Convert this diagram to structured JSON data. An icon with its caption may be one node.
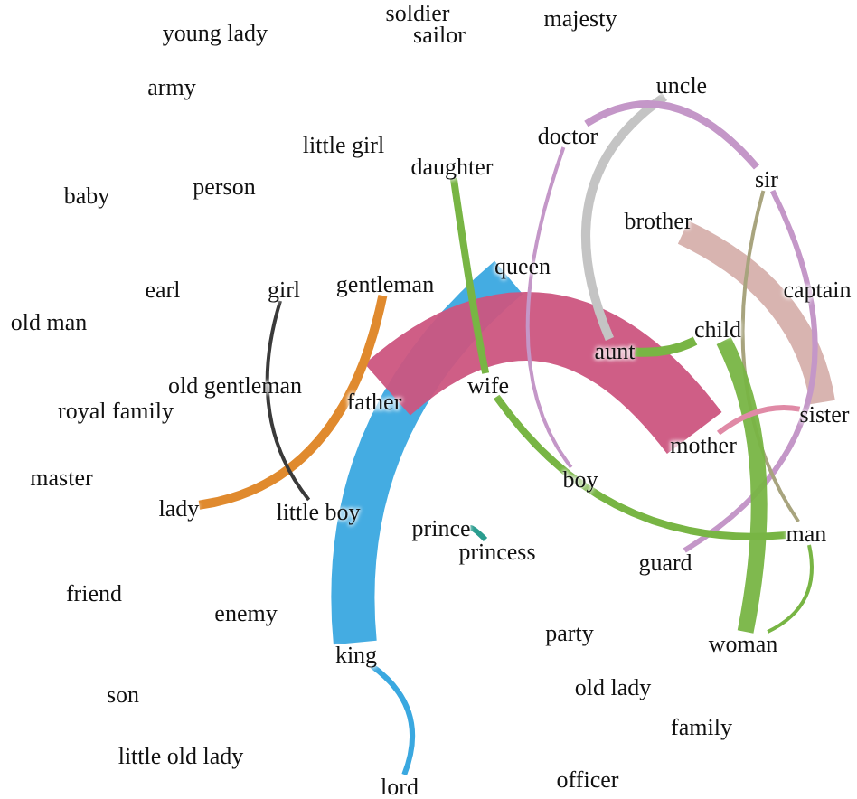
{
  "diagram": {
    "nodes": [
      {
        "text": [
          "queen"
        ]
      },
      {
        "text": [
          "king"
        ]
      },
      {
        "text": [
          "lord"
        ]
      },
      {
        "text": [
          "father"
        ]
      },
      {
        "text": [
          "mother"
        ]
      },
      {
        "text": [
          "brother"
        ]
      },
      {
        "text": [
          "sister"
        ]
      },
      {
        "text": [
          "uncle"
        ]
      },
      {
        "text": [
          "aunt"
        ]
      },
      {
        "text": [
          "doctor"
        ]
      },
      {
        "text": [
          "sir"
        ]
      },
      {
        "text": [
          "boy"
        ]
      },
      {
        "text": [
          "guard"
        ]
      },
      {
        "text": [
          "man"
        ]
      },
      {
        "text": [
          "daughter"
        ]
      },
      {
        "text": [
          "wife"
        ]
      },
      {
        "text": [
          "child"
        ]
      },
      {
        "text": [
          "woman"
        ]
      },
      {
        "text": [
          "gentleman"
        ]
      },
      {
        "text": [
          "lady"
        ]
      },
      {
        "text": [
          "girl"
        ]
      },
      {
        "text": [
          "little boy"
        ]
      },
      {
        "text": [
          "prince"
        ]
      },
      {
        "text": [
          "princess"
        ]
      }
    ],
    "edges": [
      {
        "from": 0,
        "to": 1,
        "arrow": "none",
        "style": "thick",
        "color": "#3aa8e0"
      },
      {
        "from": 1,
        "to": 2,
        "arrow": "none",
        "color": "#3aa8e0"
      },
      {
        "from": 3,
        "to": 4,
        "arrow": "none",
        "style": "thick",
        "color": "#cc5580"
      },
      {
        "from": 5,
        "to": 6,
        "arrow": "none",
        "style": "thick",
        "color": "#d6b0ac"
      },
      {
        "from": 7,
        "to": 8,
        "arrow": "none",
        "color": "#c4c4c4"
      },
      {
        "from": 9,
        "to": 10,
        "arrow": "none",
        "color": "#c497c8"
      },
      {
        "from": 9,
        "to": 11,
        "arrow": "none",
        "color": "#c497c8"
      },
      {
        "from": 10,
        "to": 12,
        "arrow": "none",
        "color": "#c497c8"
      },
      {
        "from": 10,
        "to": 13,
        "arrow": "none",
        "color": "#a8a47e"
      },
      {
        "from": 14,
        "to": 15,
        "arrow": "none",
        "color": "#78b544"
      },
      {
        "from": 15,
        "to": 13,
        "arrow": "none",
        "color": "#78b544"
      },
      {
        "from": 16,
        "to": 8,
        "arrow": "none",
        "color": "#78b544"
      },
      {
        "from": 16,
        "to": 17,
        "arrow": "none",
        "style": "thick",
        "color": "#78b544"
      },
      {
        "from": 13,
        "to": 17,
        "arrow": "none",
        "color": "#78b544"
      },
      {
        "from": 4,
        "to": 6,
        "arrow": "none",
        "color": "#e08aa6"
      },
      {
        "from": 18,
        "to": 19,
        "arrow": "none",
        "color": "#e08a2e"
      },
      {
        "from": 20,
        "to": 21,
        "arrow": "none",
        "color": "#3a3a3a"
      },
      {
        "from": 22,
        "to": 23,
        "arrow": "none",
        "color": "#2a9d8f"
      }
    ],
    "labels": [
      "young lady",
      "soldier",
      "sailor",
      "majesty",
      "army",
      "little girl",
      "baby",
      "person",
      "earl",
      "captain",
      "old man",
      "old gentleman",
      "royal family",
      "master",
      "friend",
      "enemy",
      "party",
      "son",
      "old lady",
      "family",
      "little old lady",
      "officer"
    ]
  }
}
